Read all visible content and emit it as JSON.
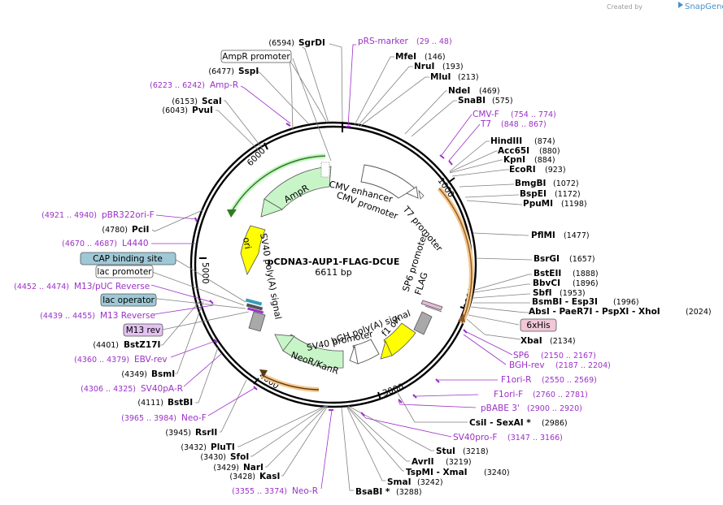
{
  "credit": {
    "prefix": "Created by",
    "brand": "SnapGene"
  },
  "plasmid": {
    "name": "pCDNA3-AUP1-FLAG-DCUE",
    "length": "6611 bp"
  },
  "ticks": [
    "1000",
    "2000",
    "3000",
    "4000",
    "5000",
    "6000"
  ],
  "enzymes_right": [
    {
      "name": "SgrDI",
      "pos": "(6594)"
    },
    {
      "name": "MfeI",
      "pos": "(146)"
    },
    {
      "name": "NruI",
      "pos": "(193)"
    },
    {
      "name": "MluI",
      "pos": "(213)"
    },
    {
      "name": "NdeI",
      "pos": "(469)"
    },
    {
      "name": "SnaBI",
      "pos": "(575)"
    },
    {
      "name": "HindIII",
      "pos": "(874)"
    },
    {
      "name": "Acc65I",
      "pos": "(880)"
    },
    {
      "name": "KpnI",
      "pos": "(884)"
    },
    {
      "name": "EcoRI",
      "pos": "(923)"
    },
    {
      "name": "BmgBI",
      "pos": "(1072)"
    },
    {
      "name": "BspEI",
      "pos": "(1172)"
    },
    {
      "name": "PpuMI",
      "pos": "(1198)"
    },
    {
      "name": "PflMI",
      "pos": "(1477)"
    },
    {
      "name": "BsrGI",
      "pos": "(1657)"
    },
    {
      "name": "BstEII",
      "pos": "(1888)"
    },
    {
      "name": "BbvCI",
      "pos": "(1896)"
    },
    {
      "name": "SbfI",
      "pos": "(1953)"
    },
    {
      "name": "BsmBI - Esp3I",
      "pos": "(1996)"
    },
    {
      "name": "AbsI - PaeR7I - PspXI - XhoI",
      "pos": "(2024)"
    },
    {
      "name": "XbaI",
      "pos": "(2134)"
    },
    {
      "name": "CsiI - SexAI *",
      "pos": "(2986)"
    },
    {
      "name": "StuI",
      "pos": "(3218)"
    },
    {
      "name": "AvrII",
      "pos": "(3219)"
    },
    {
      "name": "TspMI - XmaI",
      "pos": "(3240)"
    },
    {
      "name": "SmaI",
      "pos": "(3242)"
    },
    {
      "name": "BsaBI *",
      "pos": "(3288)"
    }
  ],
  "enzymes_left": [
    {
      "name": "SspI",
      "pos": "(6477)"
    },
    {
      "name": "ScaI",
      "pos": "(6153)"
    },
    {
      "name": "PvuI",
      "pos": "(6043)"
    },
    {
      "name": "PciI",
      "pos": "(4780)"
    },
    {
      "name": "BstZ17I",
      "pos": "(4401)"
    },
    {
      "name": "BsmI",
      "pos": "(4349)"
    },
    {
      "name": "BstBI",
      "pos": "(4111)"
    },
    {
      "name": "RsrII",
      "pos": "(3945)"
    },
    {
      "name": "PluTI",
      "pos": "(3432)"
    },
    {
      "name": "SfoI",
      "pos": "(3430)"
    },
    {
      "name": "NarI",
      "pos": "(3429)"
    },
    {
      "name": "KasI",
      "pos": "(3428)"
    }
  ],
  "primers_right": [
    {
      "name": "pRS-marker",
      "pos": "(29 .. 48)"
    },
    {
      "name": "CMV-F",
      "pos": "(754 .. 774)"
    },
    {
      "name": "T7",
      "pos": "(848 .. 867)"
    },
    {
      "name": "SP6",
      "pos": "(2150 .. 2167)"
    },
    {
      "name": "BGH-rev",
      "pos": "(2187 .. 2204)"
    },
    {
      "name": "F1ori-R",
      "pos": "(2550 .. 2569)"
    },
    {
      "name": "F1ori-F",
      "pos": "(2760 .. 2781)"
    },
    {
      "name": "pBABE 3'",
      "pos": "(2900 .. 2920)"
    },
    {
      "name": "SV40pro-F",
      "pos": "(3147 .. 3166)"
    }
  ],
  "primers_left": [
    {
      "name": "Amp-R",
      "pos": "(6223 .. 6242)"
    },
    {
      "name": "pBR322ori-F",
      "pos": "(4921 .. 4940)"
    },
    {
      "name": "L4440",
      "pos": "(4670 .. 4687)"
    },
    {
      "name": "M13/pUC Reverse",
      "pos": "(4452 .. 4474)"
    },
    {
      "name": "M13 Reverse",
      "pos": "(4439 .. 4455)"
    },
    {
      "name": "EBV-rev",
      "pos": "(4360 .. 4379)"
    },
    {
      "name": "SV40pA-R",
      "pos": "(4306 .. 4325)"
    },
    {
      "name": "Neo-F",
      "pos": "(3965 .. 3984)"
    },
    {
      "name": "Neo-R",
      "pos": "(3355 .. 3374)"
    }
  ],
  "boxed_features": [
    {
      "name": "AmpR promoter"
    },
    {
      "name": "CAP binding site"
    },
    {
      "name": "lac promoter"
    },
    {
      "name": "lac operator"
    },
    {
      "name": "M13 rev"
    },
    {
      "name": "6xHis"
    }
  ],
  "inner_features": [
    {
      "name": "CMV enhancer"
    },
    {
      "name": "CMV promoter"
    },
    {
      "name": "T7 promoter"
    },
    {
      "name": "SP6 promoter"
    },
    {
      "name": "FLAG"
    },
    {
      "name": "bGH poly(A) signal"
    },
    {
      "name": "f1 ori"
    },
    {
      "name": "SV40 promoter"
    },
    {
      "name": "NeoR/KanR"
    },
    {
      "name": "SV40 poly(A) signal"
    },
    {
      "name": "ori"
    },
    {
      "name": "AmpR"
    }
  ],
  "colors": {
    "ampr": "#c8f5c8",
    "ori": "#ffff00",
    "orange": "#f5c88c",
    "primer": "#9b30c8",
    "lacbox": "#9ec8d6",
    "m13box": "#e2c2f0",
    "hisbox": "#f0c8d8"
  }
}
